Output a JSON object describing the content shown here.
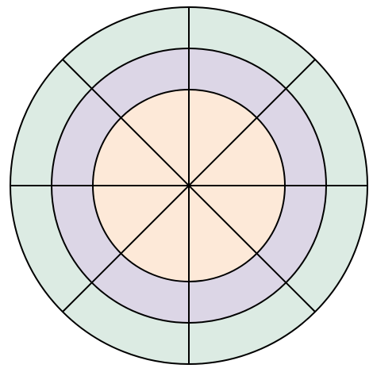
{
  "diagram": {
    "rings": [
      {
        "name": "outer-ring",
        "fill": "#dcebe3"
      },
      {
        "name": "middle-ring",
        "fill": "#dcd6e6"
      },
      {
        "name": "inner-disc",
        "fill": "#fde9d8"
      }
    ],
    "spokes": [
      {
        "name": "spoke-vertical",
        "angle": 90,
        "from_ring": "inner-disc"
      },
      {
        "name": "spoke-horizontal",
        "angle": 0,
        "from_ring": "inner-disc"
      },
      {
        "name": "spoke-diagonal-ne-sw",
        "angle": 45,
        "from_ring": "inner-disc"
      },
      {
        "name": "spoke-diagonal-nw-se",
        "angle": 135,
        "from_ring": "inner-disc"
      }
    ],
    "stroke_color": "#000000"
  }
}
